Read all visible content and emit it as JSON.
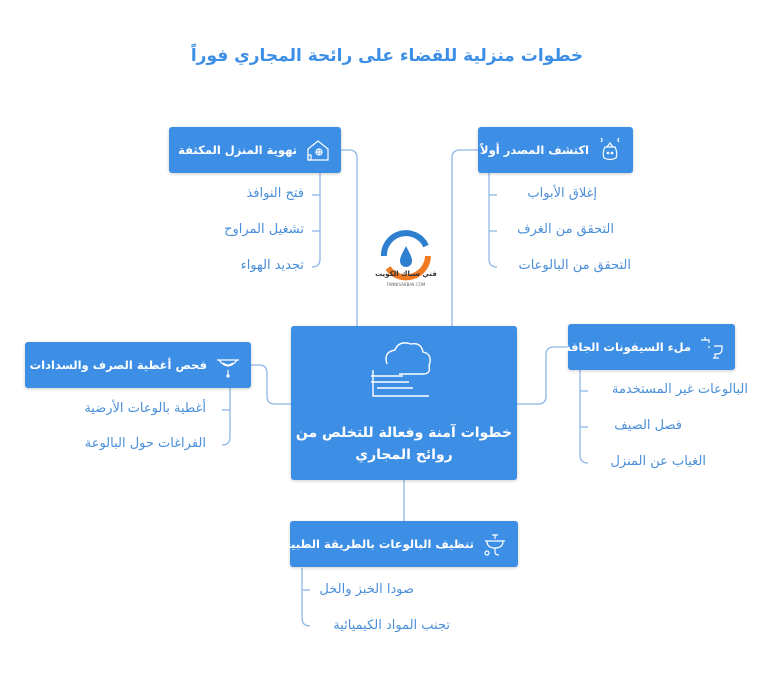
{
  "title": "خطوات منزلية للقضاء على رائحة المجاري فوراً",
  "central": {
    "label": "خطوات آمنة وفعالة للتخلص من روائح المجاري"
  },
  "logo": {
    "name": "فني سباك الكويت",
    "url": "FANNISABBAK.COM"
  },
  "branches": {
    "ventilation": {
      "label": "تهوية المنزل المكثفة",
      "icon": "house-ventilation-icon",
      "items": [
        "فتح النوافذ",
        "تشغيل المراوح",
        "تجديد الهواء"
      ]
    },
    "source": {
      "label": "اكتشف المصدر أولاً",
      "icon": "smell-bag-icon",
      "items": [
        "إغلاق الأبواب",
        "التحقق من الغرف",
        "التحقق من البالوعات"
      ]
    },
    "drains_covers": {
      "label": "فحص أغطية الصرف والسدادات",
      "icon": "drain-cover-icon",
      "items": [
        "أغطية بالوعات الأرضية",
        "الفراغات حول البالوعة"
      ]
    },
    "siphons": {
      "label": "ملء السيفونات الجافة",
      "icon": "tap-toilet-icon",
      "items": [
        "البالوعات غير المستخدمة",
        "فصل الصيف",
        "الغياب عن المنزل"
      ]
    },
    "cleaning": {
      "label": "تنظيف البالوعات بالطريقة الطبيعية",
      "icon": "sink-icon",
      "items": [
        "صودا الخبز والخل",
        "تجنب المواد الكيميائية"
      ]
    }
  },
  "colors": {
    "primary": "#3d8fe6",
    "text": "#4a8fd9",
    "line": "#8fb6e6"
  }
}
